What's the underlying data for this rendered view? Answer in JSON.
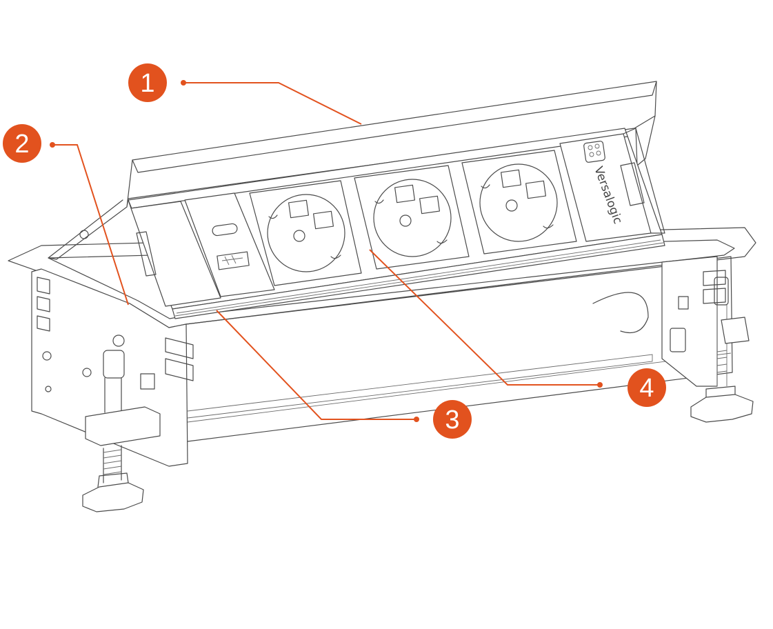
{
  "diagram": {
    "brand_text": "Versalogic",
    "accent_color": "#e2521e",
    "line_color": "#4a4a4a",
    "callouts": [
      {
        "id": "1",
        "label": "1"
      },
      {
        "id": "2",
        "label": "2"
      },
      {
        "id": "3",
        "label": "3"
      },
      {
        "id": "4",
        "label": "4"
      }
    ],
    "components": {
      "usb_ports": [
        "usb-c-port",
        "usb-a-port"
      ],
      "socket_count": 3
    }
  }
}
